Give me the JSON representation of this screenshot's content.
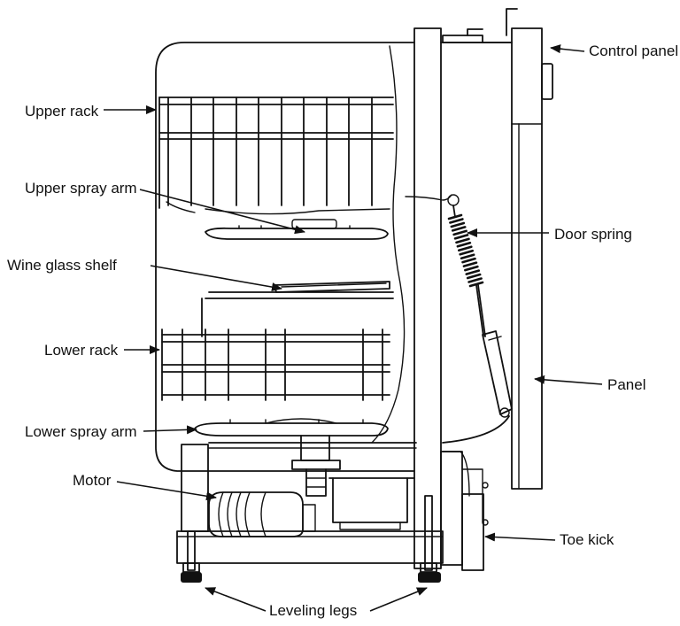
{
  "labels": {
    "control_panel": "Control panel",
    "upper_rack": "Upper rack",
    "upper_spray_arm": "Upper spray arm",
    "door_spring": "Door spring",
    "wine_glass_shelf": "Wine glass shelf",
    "lower_rack": "Lower rack",
    "panel": "Panel",
    "lower_spray_arm": "Lower spray arm",
    "motor": "Motor",
    "toe_kick": "Toe kick",
    "leveling_legs": "Leveling legs"
  },
  "colors": {
    "ink": "#111111",
    "background": "#ffffff"
  }
}
